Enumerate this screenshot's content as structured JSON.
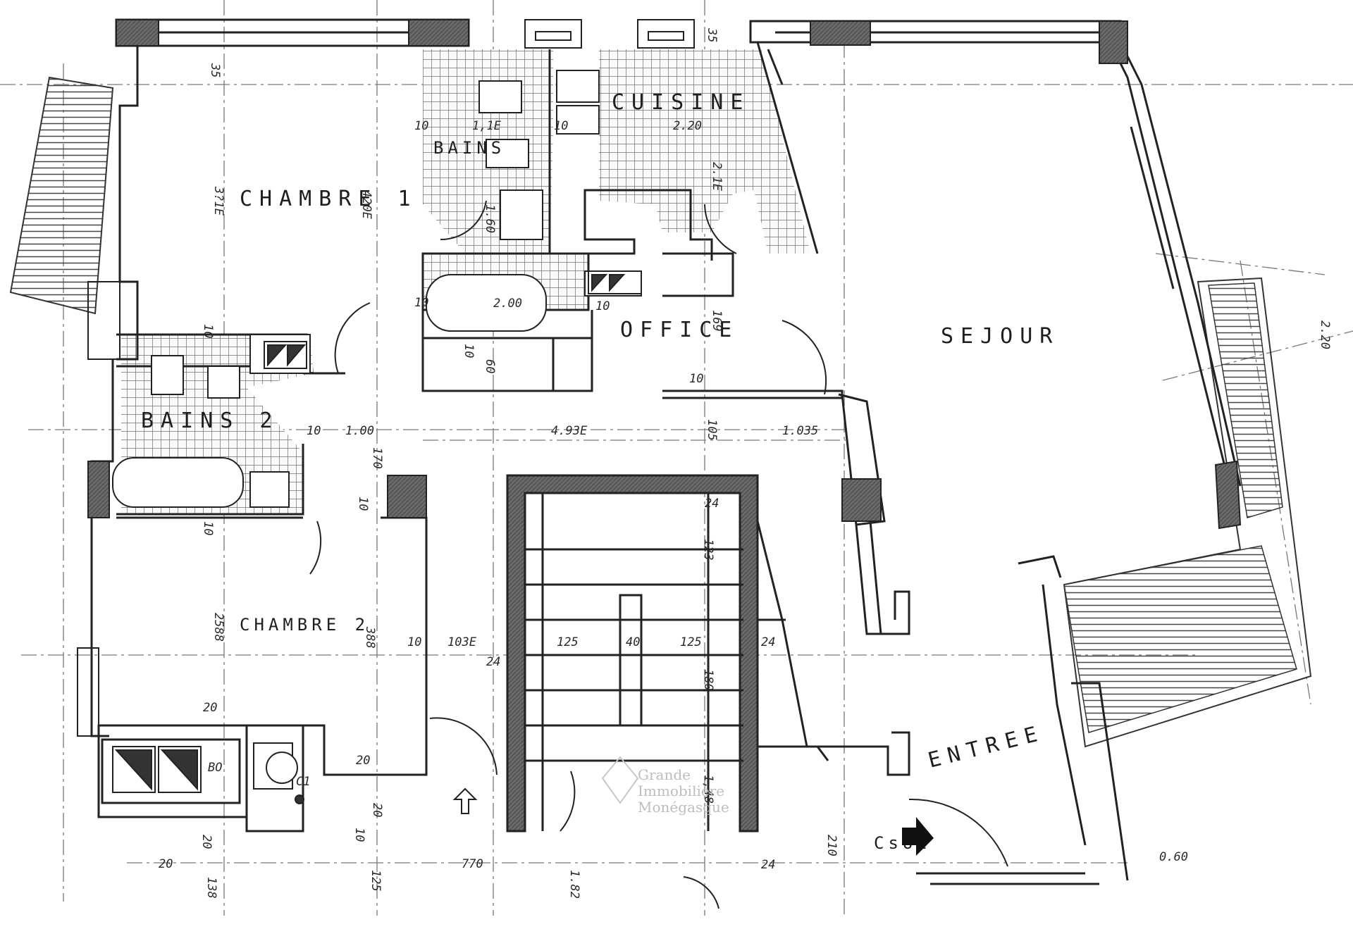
{
  "rooms": {
    "chambre1": "CHAMBRE 1",
    "chambre2": "CHAMBRE 2",
    "bains1": "BAINS",
    "bains2": "BAINS 2",
    "cuisine": "CUISINE",
    "office": "OFFICE",
    "sejour": "SEJOUR",
    "entree": "ENTREE"
  },
  "dimensions": {
    "d35a": "35",
    "d35b": "35",
    "d371": "3?1E",
    "d420": "420E",
    "d10_bains_l": "10",
    "d1_bains": "1,1E",
    "d10_bains_r": "10",
    "d220": "2.20",
    "d217": "2.1E",
    "d200": "2.00",
    "d10_bath": "10",
    "d10_bath_r": "10",
    "d160": "1.60",
    "d60": "60",
    "d10_off": "10",
    "d10_off2": "10",
    "d169": "169",
    "d10_ch": "10",
    "d10_c": "10",
    "d100": "1.00",
    "d4935": "4.93E",
    "d105": "105",
    "d1035": "1.035",
    "d170": "170",
    "d10_b2": "10",
    "d10_ch2": "10",
    "d2588": "2588",
    "d388": "388",
    "d10_c2": "10",
    "d1035b": "103E",
    "d24a": "24",
    "d24b": "24",
    "d24c": "24",
    "d24d": "24",
    "d123": "123",
    "d125": "125",
    "d40": "40",
    "d125b": "125",
    "d180": "180",
    "d20a": "20",
    "d20b": "20",
    "d20c": "20",
    "d20d": "20",
    "d20e": "20",
    "d148": "1,48",
    "d10_x": "10",
    "d125c": "125",
    "d770": "770",
    "d138": "138",
    "d210": "210",
    "d182": "1.82",
    "d060": "0.60",
    "d220b": "2.20",
    "bo": "BO",
    "c1": "C1",
    "csole": "Csol"
  },
  "watermark": {
    "line1": "Grande",
    "line2": "Immobilière",
    "line3": "Monégasque"
  }
}
